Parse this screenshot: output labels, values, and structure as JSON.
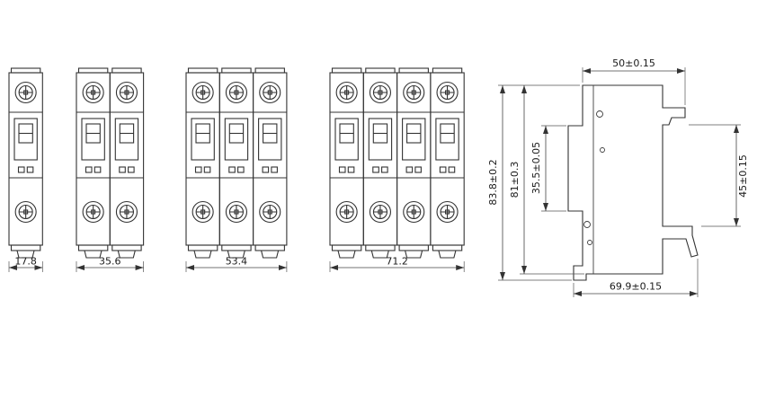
{
  "drawing": {
    "type": "technical-dimension-drawing",
    "subject": "miniature-circuit-breaker",
    "front_views": [
      {
        "poles": 1,
        "width_label": "17.8"
      },
      {
        "poles": 2,
        "width_label": "35.6"
      },
      {
        "poles": 3,
        "width_label": "53.4"
      },
      {
        "poles": 4,
        "width_label": "71.2"
      }
    ],
    "side_view": {
      "width_label": "50±0.15",
      "overall_height_label": "83.8±0.2",
      "body_height_label": "81±0.3",
      "front_protrusion_label": "35.5±0.05",
      "din_recess_label": "45±0.15",
      "depth_label": "69.9±0.15"
    },
    "colors": {
      "line": "#333333",
      "text": "#1a1a1a",
      "background": "#ffffff"
    }
  }
}
